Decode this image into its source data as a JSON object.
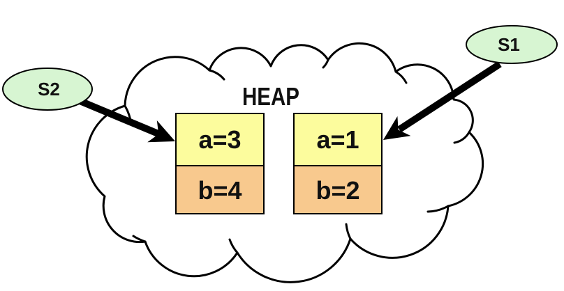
{
  "heap": {
    "label": "HEAP"
  },
  "refs": [
    {
      "label": "S2"
    },
    {
      "label": "S1"
    }
  ],
  "objects": [
    {
      "fields": [
        {
          "text": "a=3"
        },
        {
          "text": "b=4"
        }
      ]
    },
    {
      "fields": [
        {
          "text": "a=1"
        },
        {
          "text": "b=2"
        }
      ]
    }
  ],
  "colors": {
    "cloud_fill": "#ffffff",
    "outline": "#000000",
    "ref_fill": "#d7f5d2",
    "field_a_fill": "#fcfc9d",
    "field_b_fill": "#f8c98e",
    "arrow": "#000000"
  }
}
